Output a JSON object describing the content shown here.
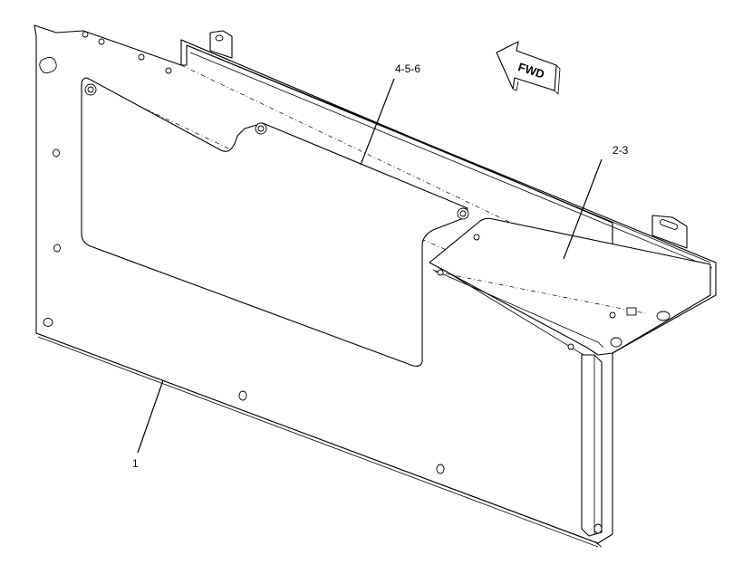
{
  "callouts": {
    "panel": "1",
    "bracket": "2-3",
    "cover_plate": "4-5-6"
  },
  "fwd_arrow": {
    "label": "FWD"
  },
  "icons": [
    "fwd-arrow-icon"
  ],
  "colors": {
    "line": "#000000",
    "background": "#ffffff"
  }
}
